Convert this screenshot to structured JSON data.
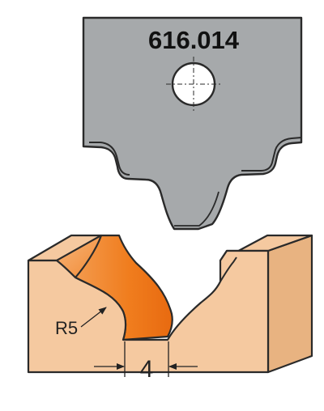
{
  "knife": {
    "part_number": "616.014",
    "fill_color": "#a6a9ab",
    "outline_color": "#2a2a2a",
    "hole_icon": "mounting-hole-crosshair"
  },
  "workpiece": {
    "wood_color": "#f5c9a0",
    "side_color": "#e8b381",
    "profile_color": "#f07d1e",
    "profile_highlight_color": "#f6a460",
    "outline_color": "#2a2a2a"
  },
  "dimensions": {
    "radius_label": "R5",
    "width_label": "4"
  }
}
